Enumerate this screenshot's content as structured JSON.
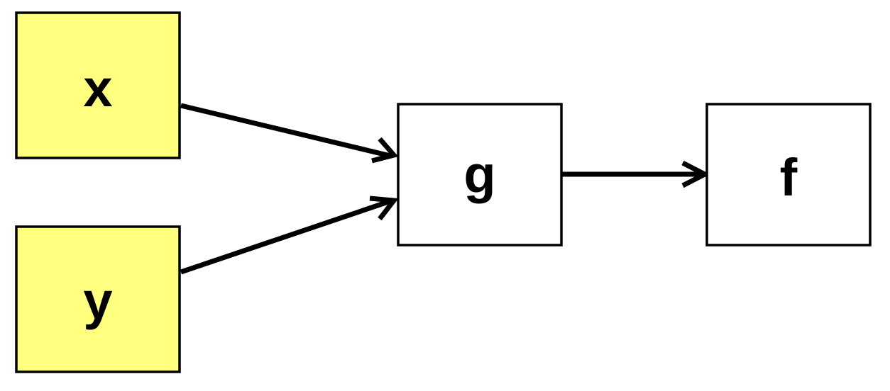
{
  "colors": {
    "input_fill": "#ffff80",
    "node_fill": "#ffffff",
    "stroke": "#000000"
  },
  "nodes": {
    "x": {
      "label": "x"
    },
    "y": {
      "label": "y"
    },
    "g": {
      "label": "g"
    },
    "f": {
      "label": "f"
    }
  },
  "edges": [
    {
      "from": "x",
      "to": "g"
    },
    {
      "from": "y",
      "to": "g"
    },
    {
      "from": "g",
      "to": "f"
    }
  ]
}
